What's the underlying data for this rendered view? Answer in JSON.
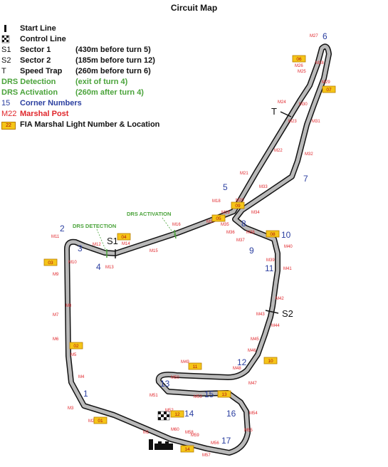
{
  "title": "Circuit Map",
  "colors": {
    "track": "#b9b9b9",
    "track_edge": "#111111",
    "corner": "#2b3fa0",
    "marshal": "#e0262b",
    "drs": "#4aa33a",
    "flag_fill": "#f5c518",
    "flag_stroke": "#b87b00"
  },
  "legend": [
    {
      "symbol": "start-line-icon",
      "label": "Start Line",
      "detail": "",
      "color": "black"
    },
    {
      "symbol": "chequered-icon",
      "label": "Control Line",
      "detail": "",
      "color": "black"
    },
    {
      "symbol": "S1",
      "label": "Sector 1",
      "detail": "(430m before turn 5)",
      "color": "black"
    },
    {
      "symbol": "S2",
      "label": "Sector 2",
      "detail": "(185m before turn 12)",
      "color": "black"
    },
    {
      "symbol": "T",
      "label": "Speed Trap",
      "detail": "(260m before turn 6)",
      "color": "black"
    },
    {
      "symbol": "",
      "label": "DRS Detection",
      "detail": "(exit of turn 4)",
      "color": "green"
    },
    {
      "symbol": "",
      "label": "DRS Activation",
      "detail": "(260m after turn 4)",
      "color": "green"
    },
    {
      "symbol": "15",
      "label": "Corner Numbers",
      "detail": "",
      "color": "blue"
    },
    {
      "symbol": "M22",
      "label": "Marshal Post",
      "detail": "",
      "color": "red"
    },
    {
      "symbol": "22",
      "label": "FIA Marshal Light Number & Location",
      "detail": "",
      "color": "black"
    }
  ],
  "corners": [
    "1",
    "2",
    "3",
    "4",
    "5",
    "6",
    "7",
    "8",
    "9",
    "10",
    "11",
    "12",
    "13",
    "14",
    "15",
    "16",
    "17"
  ],
  "sector_marks": {
    "s1": "S1",
    "s2": "S2",
    "trap": "T"
  },
  "drs_labels": {
    "detection": "DRS DETECTION",
    "activation": "DRS ACTIVATION"
  },
  "marshal_posts": [
    "M1",
    "M2",
    "M3",
    "M4",
    "M5",
    "M6",
    "M7",
    "M8",
    "M9",
    "M10",
    "M11",
    "M12",
    "M13",
    "M14",
    "M15",
    "M16",
    "M17",
    "M18",
    "M19",
    "M20",
    "M21",
    "M22",
    "M23",
    "M24",
    "M25",
    "M26",
    "M27",
    "M28",
    "M29",
    "M30",
    "M31",
    "M32",
    "M33",
    "M34",
    "M35",
    "M36",
    "M37",
    "M38",
    "M39",
    "M40",
    "M41",
    "M42",
    "M43",
    "M44",
    "M45",
    "M46",
    "M47",
    "M48",
    "M49",
    "M50",
    "M51",
    "M52",
    "M53",
    "M54",
    "M55",
    "M56",
    "M57",
    "M58",
    "M59",
    "M60"
  ],
  "flag_lights": [
    "01",
    "02",
    "03",
    "04",
    "05",
    "06",
    "07",
    "08",
    "09",
    "10",
    "11",
    "12",
    "13",
    "14"
  ]
}
